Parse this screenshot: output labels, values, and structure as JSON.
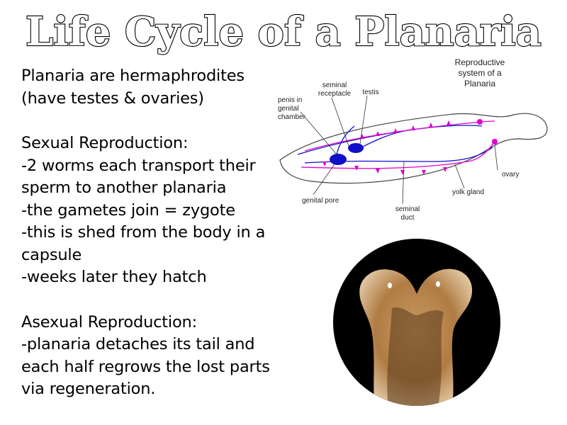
{
  "title": "Life Cycle of a Planaria",
  "text_lines": [
    "Planaria are hermaphrodites",
    "(have testes & ovaries)",
    "",
    "Sexual Reproduction:",
    "-2 worms each transport their",
    "sperm to another planaria",
    "-the gametes join = zygote",
    "-this is shed from the body in a",
    "capsule",
    "-weeks later they hatch",
    "",
    "Asexual Reproduction:",
    "-planaria detaches its tail and",
    "each half regrows the lost parts",
    "via regeneration."
  ],
  "diagram": {
    "heading_lines": [
      "Reproductive",
      "system of a",
      "Planaria"
    ],
    "labels": {
      "seminal_receptacle": [
        "seminal",
        "receptacle"
      ],
      "testis": [
        "testis"
      ],
      "penis": [
        "penis in",
        "genital",
        "chamber"
      ],
      "genital_pore": [
        "genital pore"
      ],
      "seminal_duct": [
        "seminal",
        "duct"
      ],
      "yolk_gland": [
        "yolk gland"
      ],
      "ovary": [
        "ovary"
      ]
    },
    "colors": {
      "ducts_blue": "#1010c8",
      "glands_magenta": "#e000d0",
      "outline": "#444444"
    }
  },
  "photo": {
    "subject": "planaria-regenerating-two-heads"
  }
}
